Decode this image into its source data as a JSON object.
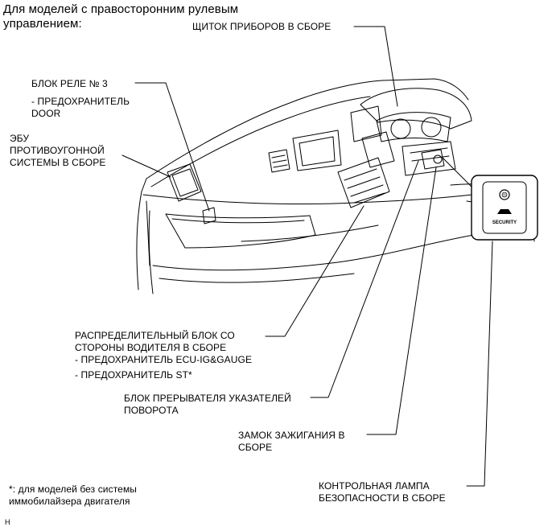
{
  "header": {
    "line1": "Для моделей с правосторонним рулевым",
    "line2": "управлением:"
  },
  "callouts": {
    "combination_meter": "ЩИТОК ПРИБОРОВ В СБОРЕ",
    "relay_block": {
      "title": "БЛОК РЕЛЕ № 3",
      "fuse_line1": "- ПРЕДОХРАНИТЕЛЬ",
      "fuse_line2": "DOOR"
    },
    "theft_ecu": {
      "line1": "ЭБУ",
      "line2": "ПРОТИВОУГОННОЙ",
      "line3": "СИСТЕМЫ В СБОРЕ"
    },
    "driver_junction_block": {
      "line1": "РАСПРЕДЕЛИТЕЛЬНЫЙ БЛОК СО",
      "line2": "СТОРОНЫ ВОДИТЕЛЯ В СБОРЕ",
      "fuse1": "- ПРЕДОХРАНИТЕЛЬ ECU-IG&GAUGE",
      "fuse2": "- ПРЕДОХРАНИТЕЛЬ ST*"
    },
    "turn_flasher": {
      "line1": "БЛОК ПРЕРЫВАТЕЛЯ УКАЗАТЕЛЕЙ",
      "line2": "ПОВОРОТА"
    },
    "ignition_switch": {
      "line1": "ЗАМОК ЗАЖИГАНИЯ В",
      "line2": "СБОРЕ"
    },
    "security_indicator": {
      "line1": "КОНТРОЛЬНАЯ ЛАМПА",
      "line2": "БЕЗОПАСНОСТИ В СБОРЕ"
    }
  },
  "footnote": {
    "line1": "*: для моделей без системы",
    "line2": "иммобилайзера двигателя"
  },
  "inset_label": "SECURITY",
  "corner_mark": "H",
  "colors": {
    "ink": "#000000",
    "paper": "#ffffff",
    "shade": "#bdbdbd"
  }
}
